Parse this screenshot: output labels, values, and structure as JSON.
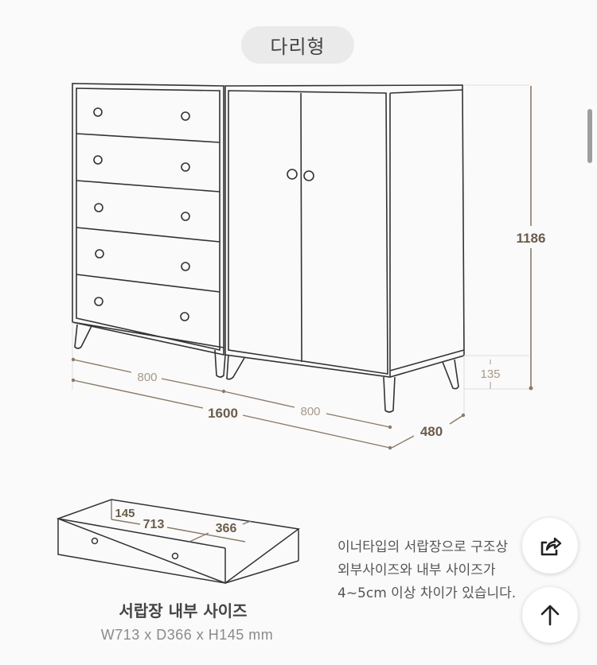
{
  "type_badge": {
    "label": "다리형"
  },
  "product_diagram": {
    "dimensions": {
      "height_total": "1186",
      "leg_height": "135",
      "left_width": "800",
      "right_width": "800",
      "total_width": "1600",
      "depth": "480"
    }
  },
  "drawer_diagram": {
    "dimensions": {
      "height": "145",
      "width": "713",
      "depth": "366"
    },
    "title": "서랍장 내부 사이즈",
    "size_text": "W713 x D366 x H145 mm"
  },
  "description": {
    "lines": [
      "이너타입의 서랍장으로 구조상",
      "외부사이즈와 내부 사이즈가",
      "4~5cm 이상 차이가 있습니다."
    ]
  },
  "floating_buttons": {
    "share_icon": "share-icon",
    "top_icon": "arrow-up-icon"
  },
  "colors": {
    "dimension_dark": "#6b5c4c",
    "dimension_light": "#a8998a",
    "background": "#fafafa"
  }
}
